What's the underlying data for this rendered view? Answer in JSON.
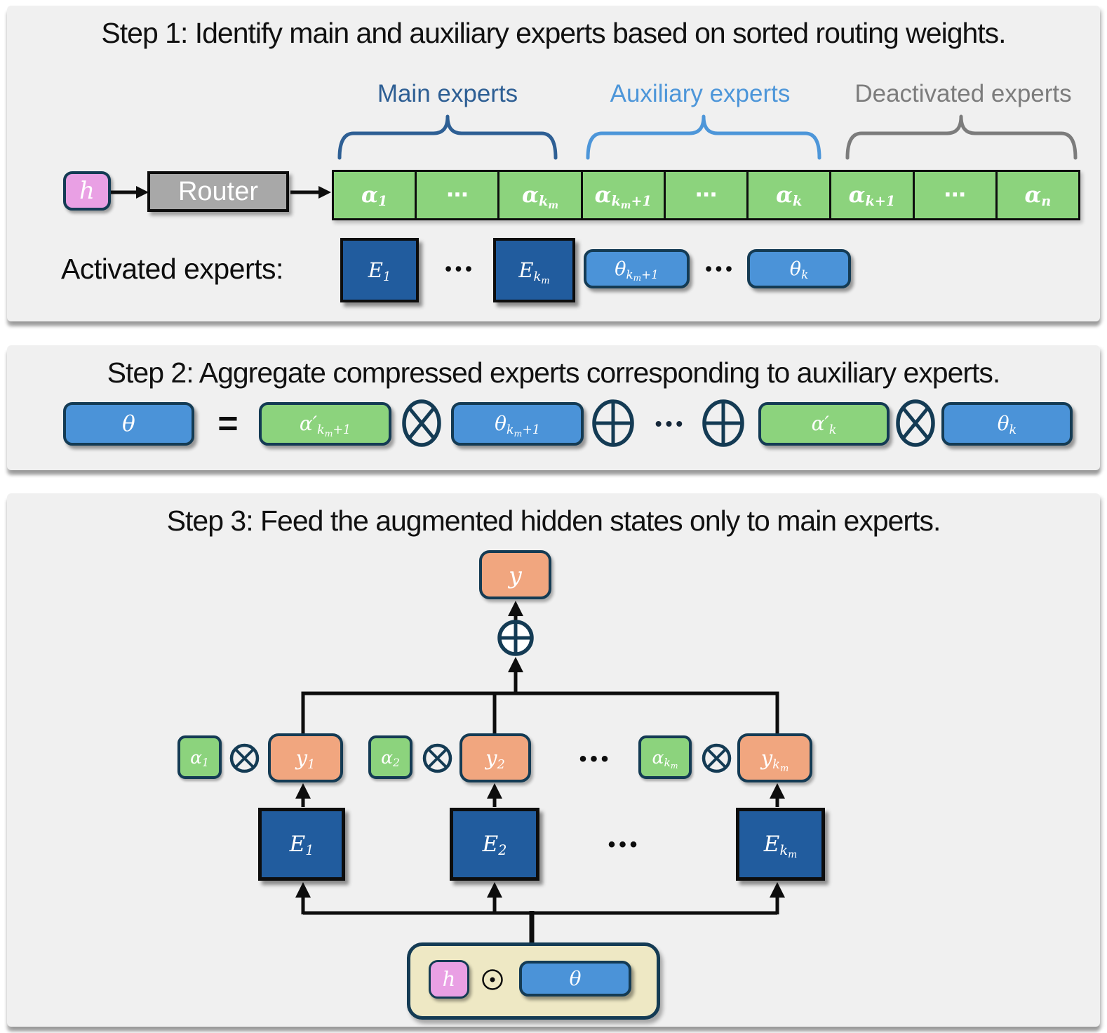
{
  "colors": {
    "panel_bg": "#F0F0F0",
    "weight_green": "#8CD37D",
    "expert_blue": "#215C9E",
    "theta_blue": "#4B93D8",
    "navy_border": "#143B54",
    "pink": "#E9A0E4",
    "orange": "#F1A67F",
    "beige": "#EEE8C4",
    "router_gray": "#A8A8A8",
    "main_label_blue": "#2E5F94",
    "aux_label_blue": "#4D96D9",
    "deactivated_gray": "#7C7C7C"
  },
  "step1": {
    "title": "Step 1: Identify main and auxiliary experts based on sorted routing weights.",
    "group_labels": [
      {
        "text": "Main experts"
      },
      {
        "text": "Auxiliary experts"
      },
      {
        "text": "Deactivated experts"
      }
    ],
    "h": {
      "base": "h",
      "sub": "",
      "subsub": "",
      "tail": ""
    },
    "router_label": "Router",
    "weights": [
      {
        "base": "α",
        "sub": "1",
        "subsub": "",
        "tail": ""
      },
      {
        "base": "⋯",
        "sub": "",
        "subsub": "",
        "tail": ""
      },
      {
        "base": "α",
        "sub": "k",
        "subsub": "m",
        "tail": ""
      },
      {
        "base": "α",
        "sub": "k",
        "subsub": "m",
        "tail": "+1"
      },
      {
        "base": "⋯",
        "sub": "",
        "subsub": "",
        "tail": ""
      },
      {
        "base": "α",
        "sub": "k",
        "subsub": "",
        "tail": ""
      },
      {
        "base": "α",
        "sub": "k",
        "subsub": "",
        "tail": "+1"
      },
      {
        "base": "⋯",
        "sub": "",
        "subsub": "",
        "tail": ""
      },
      {
        "base": "α",
        "sub": "n",
        "subsub": "",
        "tail": ""
      }
    ],
    "activated_label": "Activated experts:",
    "main_experts": [
      {
        "base": "E",
        "sub": "1",
        "subsub": "",
        "tail": ""
      },
      {
        "base": "E",
        "sub": "k",
        "subsub": "m",
        "tail": ""
      }
    ],
    "aux_experts": [
      {
        "base": "θ",
        "sub": "k",
        "subsub": "m",
        "tail": "+1"
      },
      {
        "base": "θ",
        "sub": "k",
        "subsub": "",
        "tail": ""
      }
    ],
    "dots1": "•••",
    "dots2": "•••"
  },
  "step2": {
    "title": "Step 2: Aggregate compressed experts corresponding to auxiliary experts.",
    "theta": {
      "base": "θ",
      "sub": "",
      "subsub": "",
      "tail": ""
    },
    "equals": "=",
    "dots": "•••",
    "terms": [
      {
        "alpha": {
          "base": "α′",
          "sub": "k",
          "subsub": "m",
          "tail": "+1"
        },
        "theta": {
          "base": "θ",
          "sub": "k",
          "subsub": "m",
          "tail": "+1"
        }
      },
      {
        "alpha": {
          "base": "α′",
          "sub": "k",
          "subsub": "",
          "tail": ""
        },
        "theta": {
          "base": "θ",
          "sub": "k",
          "subsub": "",
          "tail": ""
        }
      }
    ]
  },
  "step3": {
    "title": "Step 3: Feed the augmented hidden states only to main experts.",
    "y": {
      "base": "y",
      "sub": "",
      "subsub": "",
      "tail": ""
    },
    "columns": [
      {
        "alpha": {
          "base": "α",
          "sub": "1",
          "subsub": "",
          "tail": ""
        },
        "y": {
          "base": "y",
          "sub": "1",
          "subsub": "",
          "tail": ""
        },
        "expert": {
          "base": "E",
          "sub": "1",
          "subsub": "",
          "tail": ""
        }
      },
      {
        "alpha": {
          "base": "α",
          "sub": "2",
          "subsub": "",
          "tail": ""
        },
        "y": {
          "base": "y",
          "sub": "2",
          "subsub": "",
          "tail": ""
        },
        "expert": {
          "base": "E",
          "sub": "2",
          "subsub": "",
          "tail": ""
        }
      },
      {
        "alpha": {
          "base": "α",
          "sub": "k",
          "subsub": "m",
          "tail": ""
        },
        "y": {
          "base": "y",
          "sub": "k",
          "subsub": "m",
          "tail": ""
        },
        "expert": {
          "base": "E",
          "sub": "k",
          "subsub": "m",
          "tail": ""
        }
      }
    ],
    "dots_mid": "•••",
    "dots_experts": "•••",
    "bottom": {
      "h": {
        "base": "h",
        "sub": "",
        "subsub": "",
        "tail": ""
      },
      "theta": {
        "base": "θ",
        "sub": "",
        "subsub": "",
        "tail": ""
      }
    }
  }
}
